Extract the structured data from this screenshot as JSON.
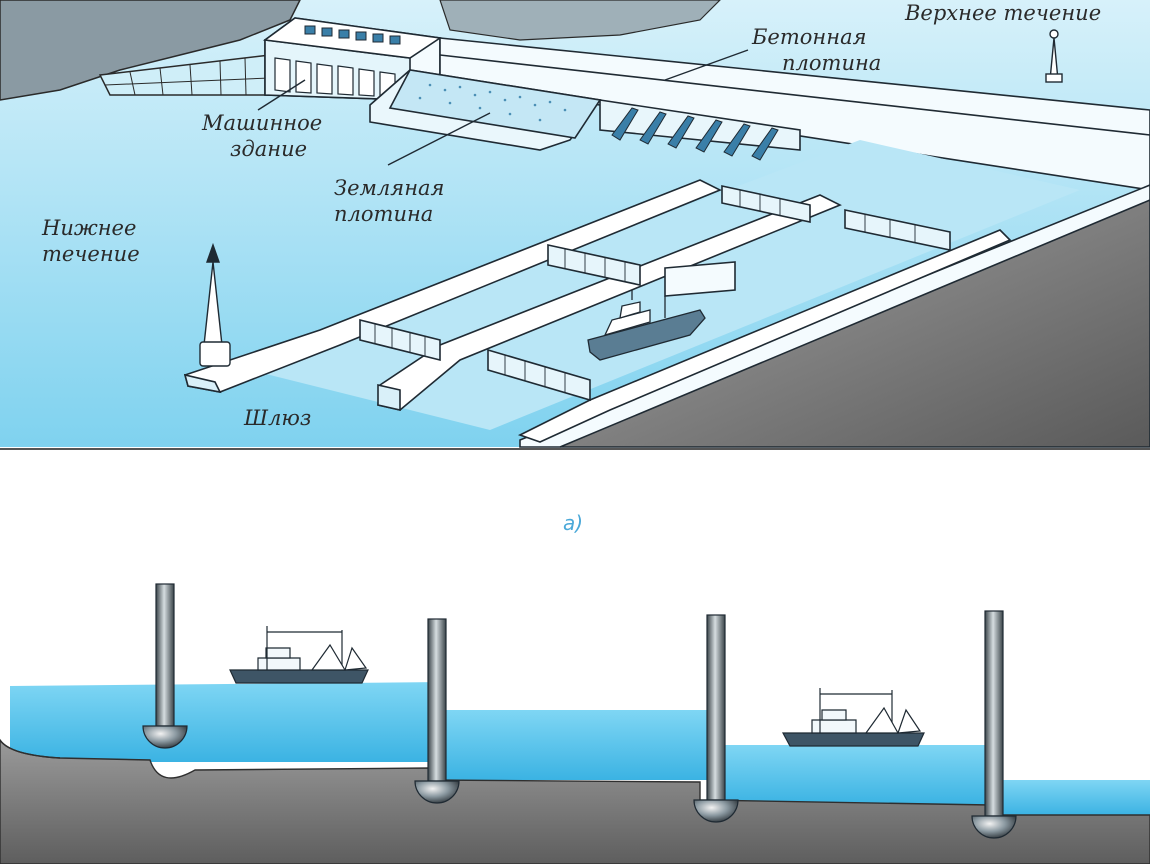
{
  "labels": {
    "upstream": "Верхнее течение",
    "concrete_dam": [
      "Бетонная",
      "плотина"
    ],
    "machine_building": [
      "Машинное",
      "здание"
    ],
    "earth_dam": [
      "Земляная",
      "плотина"
    ],
    "downstream": [
      "Нижнее",
      "течение"
    ],
    "lock": "Шлюз"
  },
  "caption": "а)",
  "colors": {
    "water": "#5cc6ea",
    "water_light": "#bfe9f7",
    "ground": "#7d7d7d",
    "concrete": "#eef8fc",
    "outline": "#1f2a33"
  }
}
